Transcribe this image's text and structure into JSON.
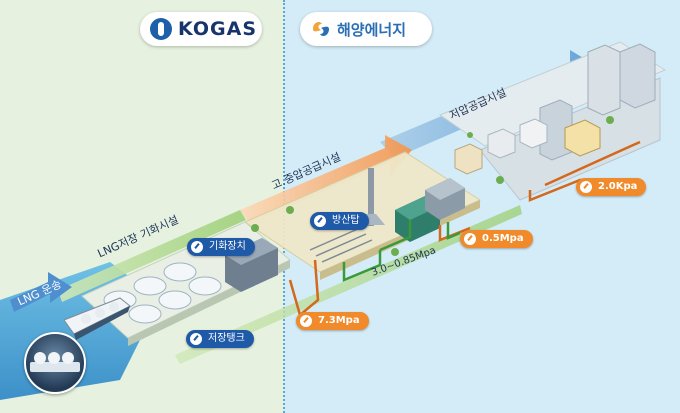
{
  "logos": {
    "left": {
      "name": "KOGAS",
      "mark_icon": "kogas-logo-icon"
    },
    "right": {
      "name": "해양에너지",
      "mark_icon": "haeyang-energy-logo-icon"
    }
  },
  "stages": {
    "lng_transport": "LNG 운송",
    "lng_storage_regas": "LNG저장 기화시설",
    "high_mid_pressure": "고.중압공급시설",
    "low_pressure": "저압공급시설"
  },
  "facility_badges": {
    "vaporizer": "기화장치",
    "storage_tank": "저장탱크",
    "diffusion_tower": "방산탑"
  },
  "pressure_badges": {
    "p1": "7.3Mpa",
    "p2": "0.5Mpa",
    "p3": "2.0Kpa"
  },
  "pipeline_label": "3.0~0.85Mpa",
  "colors": {
    "kogas_zone": "#e6f1df",
    "supplier_zone": "#d4ecf7",
    "badge_blue": "#1e5aa8",
    "badge_orange": "#f08a2a",
    "pipe_orange": "#d2691e",
    "pipe_green": "#3a9a3a",
    "arrow_blue": "#6ea8d8",
    "arrow_orange": "#f4a96a"
  }
}
